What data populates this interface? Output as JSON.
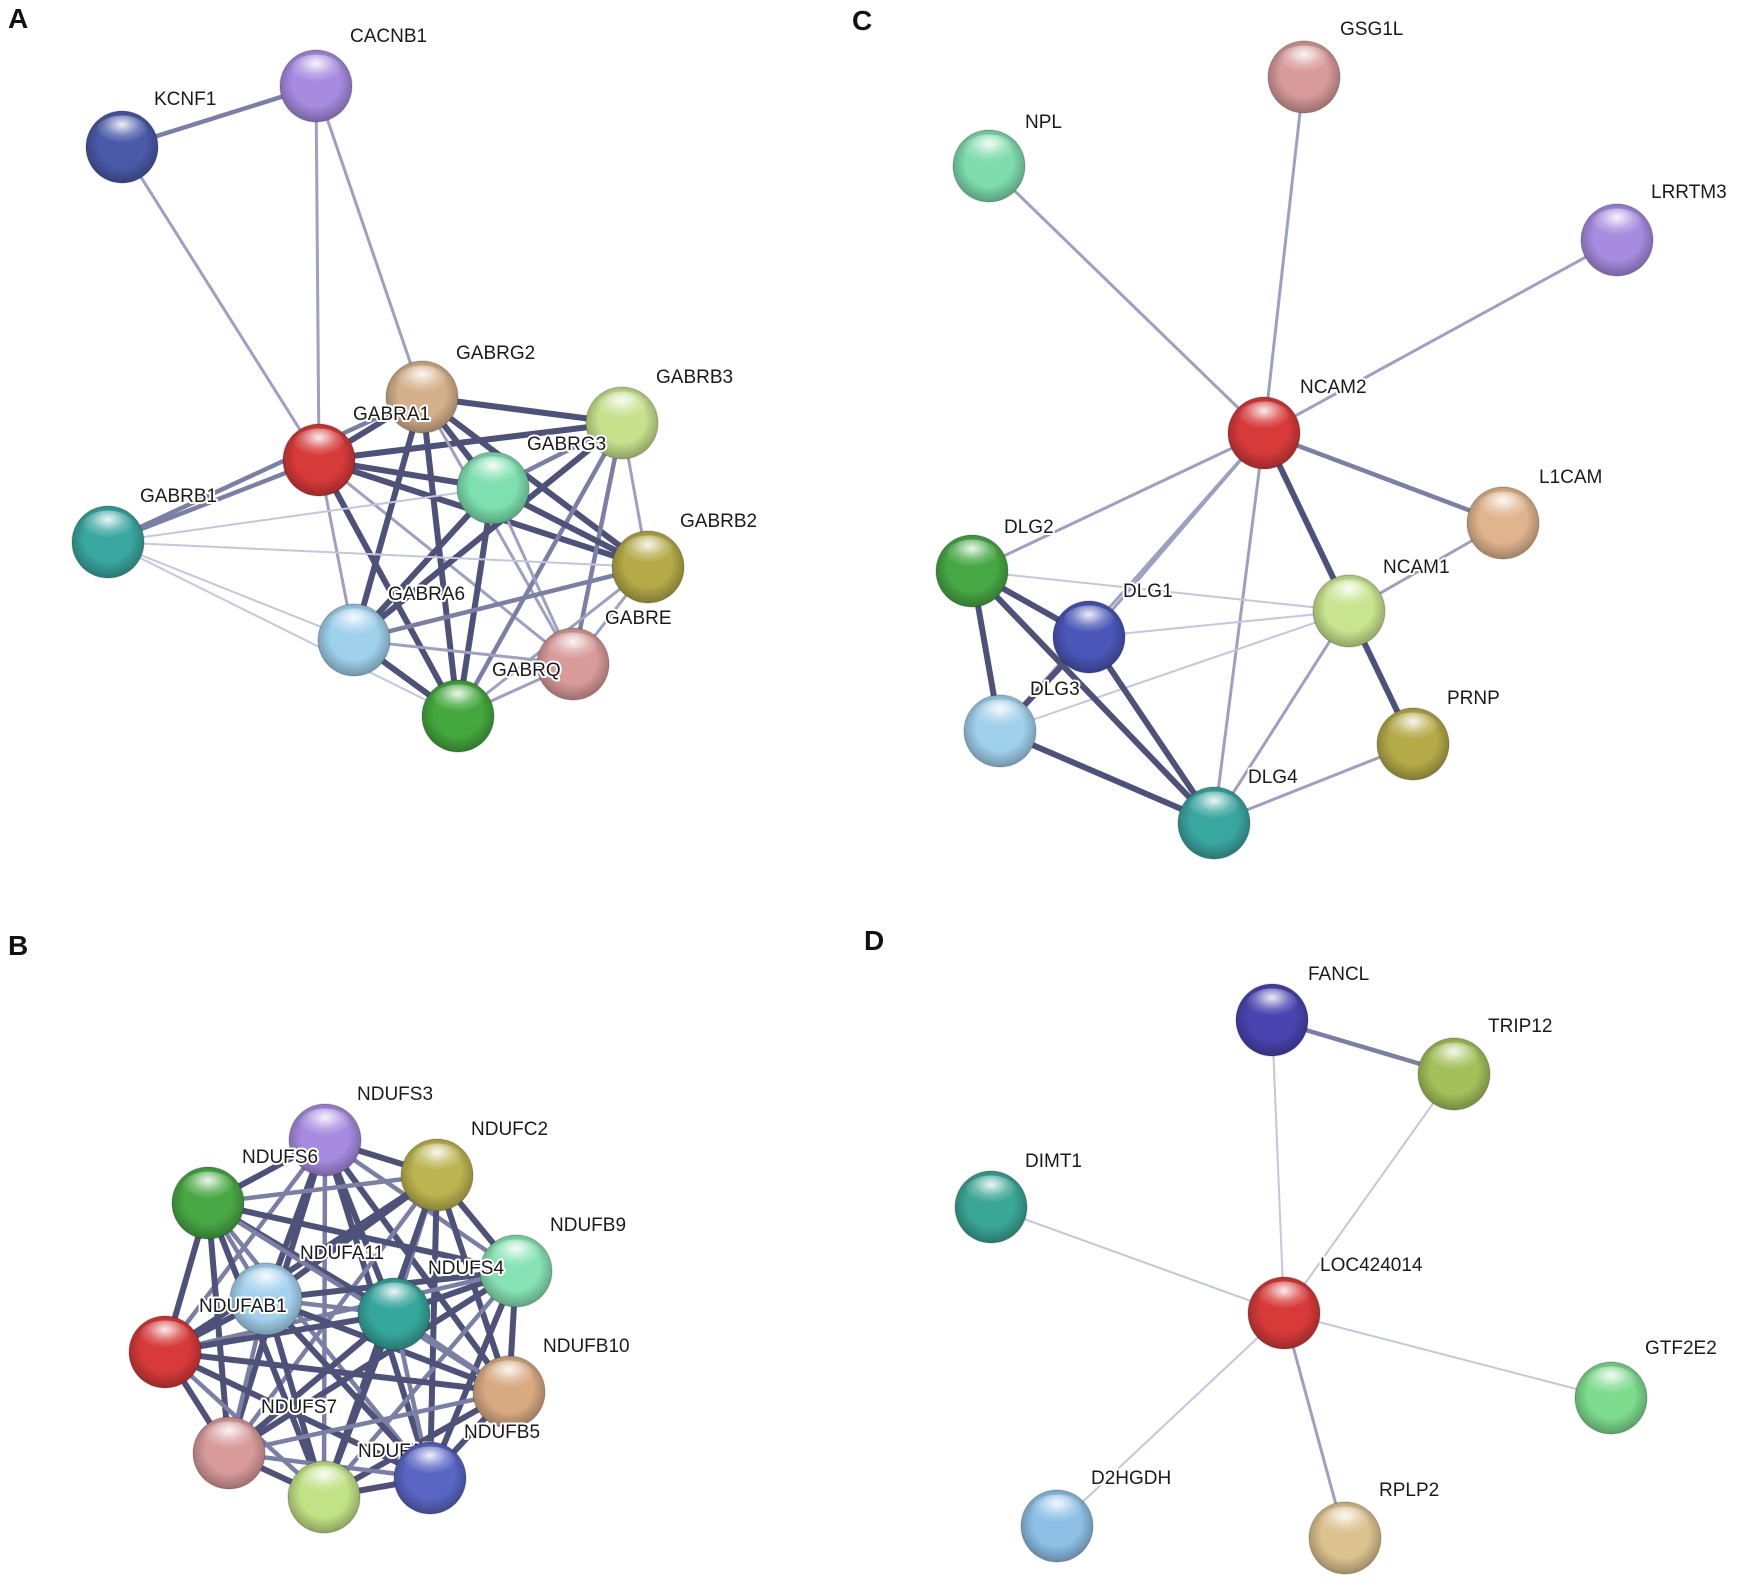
{
  "panels": [
    {
      "id": "A",
      "letter": "A",
      "nodes": [
        {
          "id": "KCNF1",
          "label": "KCNF1",
          "color": "#4a5aa8"
        },
        {
          "id": "CACNB1",
          "label": "CACNB1",
          "color": "#a78be0"
        },
        {
          "id": "GABRG2",
          "label": "GABRG2",
          "color": "#d4b08a"
        },
        {
          "id": "GABRB3",
          "label": "GABRB3",
          "color": "#c6e08c"
        },
        {
          "id": "GABRA1",
          "label": "GABRA1",
          "color": "#d83a3a"
        },
        {
          "id": "GABRG3",
          "label": "GABRG3",
          "color": "#7ee0b0"
        },
        {
          "id": "GABRB1",
          "label": "GABRB1",
          "color": "#3aa6a0"
        },
        {
          "id": "GABRB2",
          "label": "GABRB2",
          "color": "#b4aa48"
        },
        {
          "id": "GABRA6",
          "label": "GABRA6",
          "color": "#9fd0ec"
        },
        {
          "id": "GABRE",
          "label": "GABRE",
          "color": "#d89a9a"
        },
        {
          "id": "GABRQ",
          "label": "GABRQ",
          "color": "#45a83e"
        }
      ],
      "edges": [
        {
          "source": "KCNF1",
          "target": "CACNB1",
          "weight": 3
        },
        {
          "source": "KCNF1",
          "target": "GABRA1",
          "weight": 2
        },
        {
          "source": "CACNB1",
          "target": "GABRA1",
          "weight": 2
        },
        {
          "source": "CACNB1",
          "target": "GABRG2",
          "weight": 2
        },
        {
          "source": "GABRA1",
          "target": "GABRG2",
          "weight": 4
        },
        {
          "source": "GABRA1",
          "target": "GABRB3",
          "weight": 4
        },
        {
          "source": "GABRA1",
          "target": "GABRG3",
          "weight": 4
        },
        {
          "source": "GABRA1",
          "target": "GABRB1",
          "weight": 3
        },
        {
          "source": "GABRA1",
          "target": "GABRB2",
          "weight": 4
        },
        {
          "source": "GABRA1",
          "target": "GABRA6",
          "weight": 2
        },
        {
          "source": "GABRA1",
          "target": "GABRQ",
          "weight": 4
        },
        {
          "source": "GABRA1",
          "target": "GABRE",
          "weight": 2
        },
        {
          "source": "GABRG2",
          "target": "GABRB3",
          "weight": 4
        },
        {
          "source": "GABRG2",
          "target": "GABRG3",
          "weight": 4
        },
        {
          "source": "GABRG2",
          "target": "GABRB2",
          "weight": 4
        },
        {
          "source": "GABRG2",
          "target": "GABRA6",
          "weight": 4
        },
        {
          "source": "GABRG2",
          "target": "GABRQ",
          "weight": 4
        },
        {
          "source": "GABRG2",
          "target": "GABRB1",
          "weight": 3
        },
        {
          "source": "GABRG2",
          "target": "GABRE",
          "weight": 2
        },
        {
          "source": "GABRB3",
          "target": "GABRG3",
          "weight": 3
        },
        {
          "source": "GABRB3",
          "target": "GABRB2",
          "weight": 2
        },
        {
          "source": "GABRB3",
          "target": "GABRA6",
          "weight": 4
        },
        {
          "source": "GABRB3",
          "target": "GABRQ",
          "weight": 3
        },
        {
          "source": "GABRB3",
          "target": "GABRE",
          "weight": 3
        },
        {
          "source": "GABRG3",
          "target": "GABRB2",
          "weight": 4
        },
        {
          "source": "GABRG3",
          "target": "GABRA6",
          "weight": 4
        },
        {
          "source": "GABRG3",
          "target": "GABRQ",
          "weight": 4
        },
        {
          "source": "GABRG3",
          "target": "GABRE",
          "weight": 2
        },
        {
          "source": "GABRG3",
          "target": "GABRB1",
          "weight": 1
        },
        {
          "source": "GABRB1",
          "target": "GABRA6",
          "weight": 1
        },
        {
          "source": "GABRB1",
          "target": "GABRQ",
          "weight": 1
        },
        {
          "source": "GABRB1",
          "target": "GABRB2",
          "weight": 1
        },
        {
          "source": "GABRA6",
          "target": "GABRQ",
          "weight": 4
        },
        {
          "source": "GABRA6",
          "target": "GABRB2",
          "weight": 3
        },
        {
          "source": "GABRA6",
          "target": "GABRE",
          "weight": 2
        },
        {
          "source": "GABRQ",
          "target": "GABRE",
          "weight": 2
        },
        {
          "source": "GABRQ",
          "target": "GABRB2",
          "weight": 2
        },
        {
          "source": "GABRE",
          "target": "GABRB2",
          "weight": 2
        }
      ]
    },
    {
      "id": "B",
      "letter": "B",
      "nodes": [
        {
          "id": "NDUFS3",
          "label": "NDUFS3",
          "color": "#a78be0"
        },
        {
          "id": "NDUFC2",
          "label": "NDUFC2",
          "color": "#bcb450"
        },
        {
          "id": "NDUFS6",
          "label": "NDUFS6",
          "color": "#48a845"
        },
        {
          "id": "NDUFB9",
          "label": "NDUFB9",
          "color": "#86e2b4"
        },
        {
          "id": "NDUFA11",
          "label": "NDUFA11",
          "color": "#a4d2ee"
        },
        {
          "id": "NDUFS4",
          "label": "NDUFS4",
          "color": "#36a69c"
        },
        {
          "id": "NDUFAB1",
          "label": "NDUFAB1",
          "color": "#d83a3a"
        },
        {
          "id": "NDUFB10",
          "label": "NDUFB10",
          "color": "#d8aa82"
        },
        {
          "id": "NDUFS7",
          "label": "NDUFS7",
          "color": "#d89a9a"
        },
        {
          "id": "NDUFA5",
          "label": "NDUFA5",
          "color": "#c2e286"
        },
        {
          "id": "NDUFB5",
          "label": "NDUFB5",
          "color": "#5a66c4"
        }
      ],
      "edges": []
    },
    {
      "id": "C",
      "letter": "C",
      "nodes": [
        {
          "id": "GSG1L",
          "label": "GSG1L",
          "color": "#d89a9a"
        },
        {
          "id": "NPL",
          "label": "NPL",
          "color": "#7edcae"
        },
        {
          "id": "LRRTM3",
          "label": "LRRTM3",
          "color": "#a78be0"
        },
        {
          "id": "NCAM2",
          "label": "NCAM2",
          "color": "#d83a3a"
        },
        {
          "id": "L1CAM",
          "label": "L1CAM",
          "color": "#e0b48e"
        },
        {
          "id": "DLG2",
          "label": "DLG2",
          "color": "#48a845"
        },
        {
          "id": "NCAM1",
          "label": "NCAM1",
          "color": "#c8e48e"
        },
        {
          "id": "DLG1",
          "label": "DLG1",
          "color": "#4a56b8"
        },
        {
          "id": "DLG3",
          "label": "DLG3",
          "color": "#9fd0ec"
        },
        {
          "id": "PRNP",
          "label": "PRNP",
          "color": "#b4aa48"
        },
        {
          "id": "DLG4",
          "label": "DLG4",
          "color": "#3aa6a0"
        }
      ],
      "edges": [
        {
          "source": "GSG1L",
          "target": "NCAM2",
          "weight": 2
        },
        {
          "source": "NPL",
          "target": "NCAM2",
          "weight": 2
        },
        {
          "source": "LRRTM3",
          "target": "NCAM2",
          "weight": 2
        },
        {
          "source": "NCAM2",
          "target": "L1CAM",
          "weight": 3
        },
        {
          "source": "NCAM2",
          "target": "NCAM1",
          "weight": 4
        },
        {
          "source": "NCAM2",
          "target": "DLG2",
          "weight": 2
        },
        {
          "source": "NCAM2",
          "target": "DLG1",
          "weight": 2
        },
        {
          "source": "NCAM2",
          "target": "DLG3",
          "weight": 2
        },
        {
          "source": "NCAM2",
          "target": "DLG4",
          "weight": 2
        },
        {
          "source": "L1CAM",
          "target": "NCAM1",
          "weight": 2
        },
        {
          "source": "NCAM1",
          "target": "PRNP",
          "weight": 4
        },
        {
          "source": "NCAM1",
          "target": "DLG2",
          "weight": 1
        },
        {
          "source": "NCAM1",
          "target": "DLG1",
          "weight": 1
        },
        {
          "source": "NCAM1",
          "target": "DLG3",
          "weight": 1
        },
        {
          "source": "NCAM1",
          "target": "DLG4",
          "weight": 2
        },
        {
          "source": "DLG2",
          "target": "DLG1",
          "weight": 4
        },
        {
          "source": "DLG2",
          "target": "DLG3",
          "weight": 4
        },
        {
          "source": "DLG2",
          "target": "DLG4",
          "weight": 4
        },
        {
          "source": "DLG1",
          "target": "DLG3",
          "weight": 4
        },
        {
          "source": "DLG1",
          "target": "DLG4",
          "weight": 4
        },
        {
          "source": "DLG3",
          "target": "DLG4",
          "weight": 4
        },
        {
          "source": "DLG4",
          "target": "PRNP",
          "weight": 2
        }
      ]
    },
    {
      "id": "D",
      "letter": "D",
      "nodes": [
        {
          "id": "FANCL",
          "label": "FANCL",
          "color": "#4a44b0"
        },
        {
          "id": "TRIP12",
          "label": "TRIP12",
          "color": "#a4c05a"
        },
        {
          "id": "DIMT1",
          "label": "DIMT1",
          "color": "#3aa696"
        },
        {
          "id": "LOC424014",
          "label": "LOC424014",
          "color": "#d83a3a"
        },
        {
          "id": "GTF2E2",
          "label": "GTF2E2",
          "color": "#7edc8e"
        },
        {
          "id": "D2HGDH",
          "label": "D2HGDH",
          "color": "#8ec0e6"
        },
        {
          "id": "RPLP2",
          "label": "RPLP2",
          "color": "#dcc28e"
        }
      ],
      "edges": [
        {
          "source": "FANCL",
          "target": "TRIP12",
          "weight": 3
        },
        {
          "source": "FANCL",
          "target": "LOC424014",
          "weight": 1
        },
        {
          "source": "TRIP12",
          "target": "LOC424014",
          "weight": 1
        },
        {
          "source": "DIMT1",
          "target": "LOC424014",
          "weight": 1
        },
        {
          "source": "LOC424014",
          "target": "GTF2E2",
          "weight": 1
        },
        {
          "source": "LOC424014",
          "target": "D2HGDH",
          "weight": 1
        },
        {
          "source": "LOC424014",
          "target": "RPLP2",
          "weight": 2
        }
      ]
    }
  ]
}
